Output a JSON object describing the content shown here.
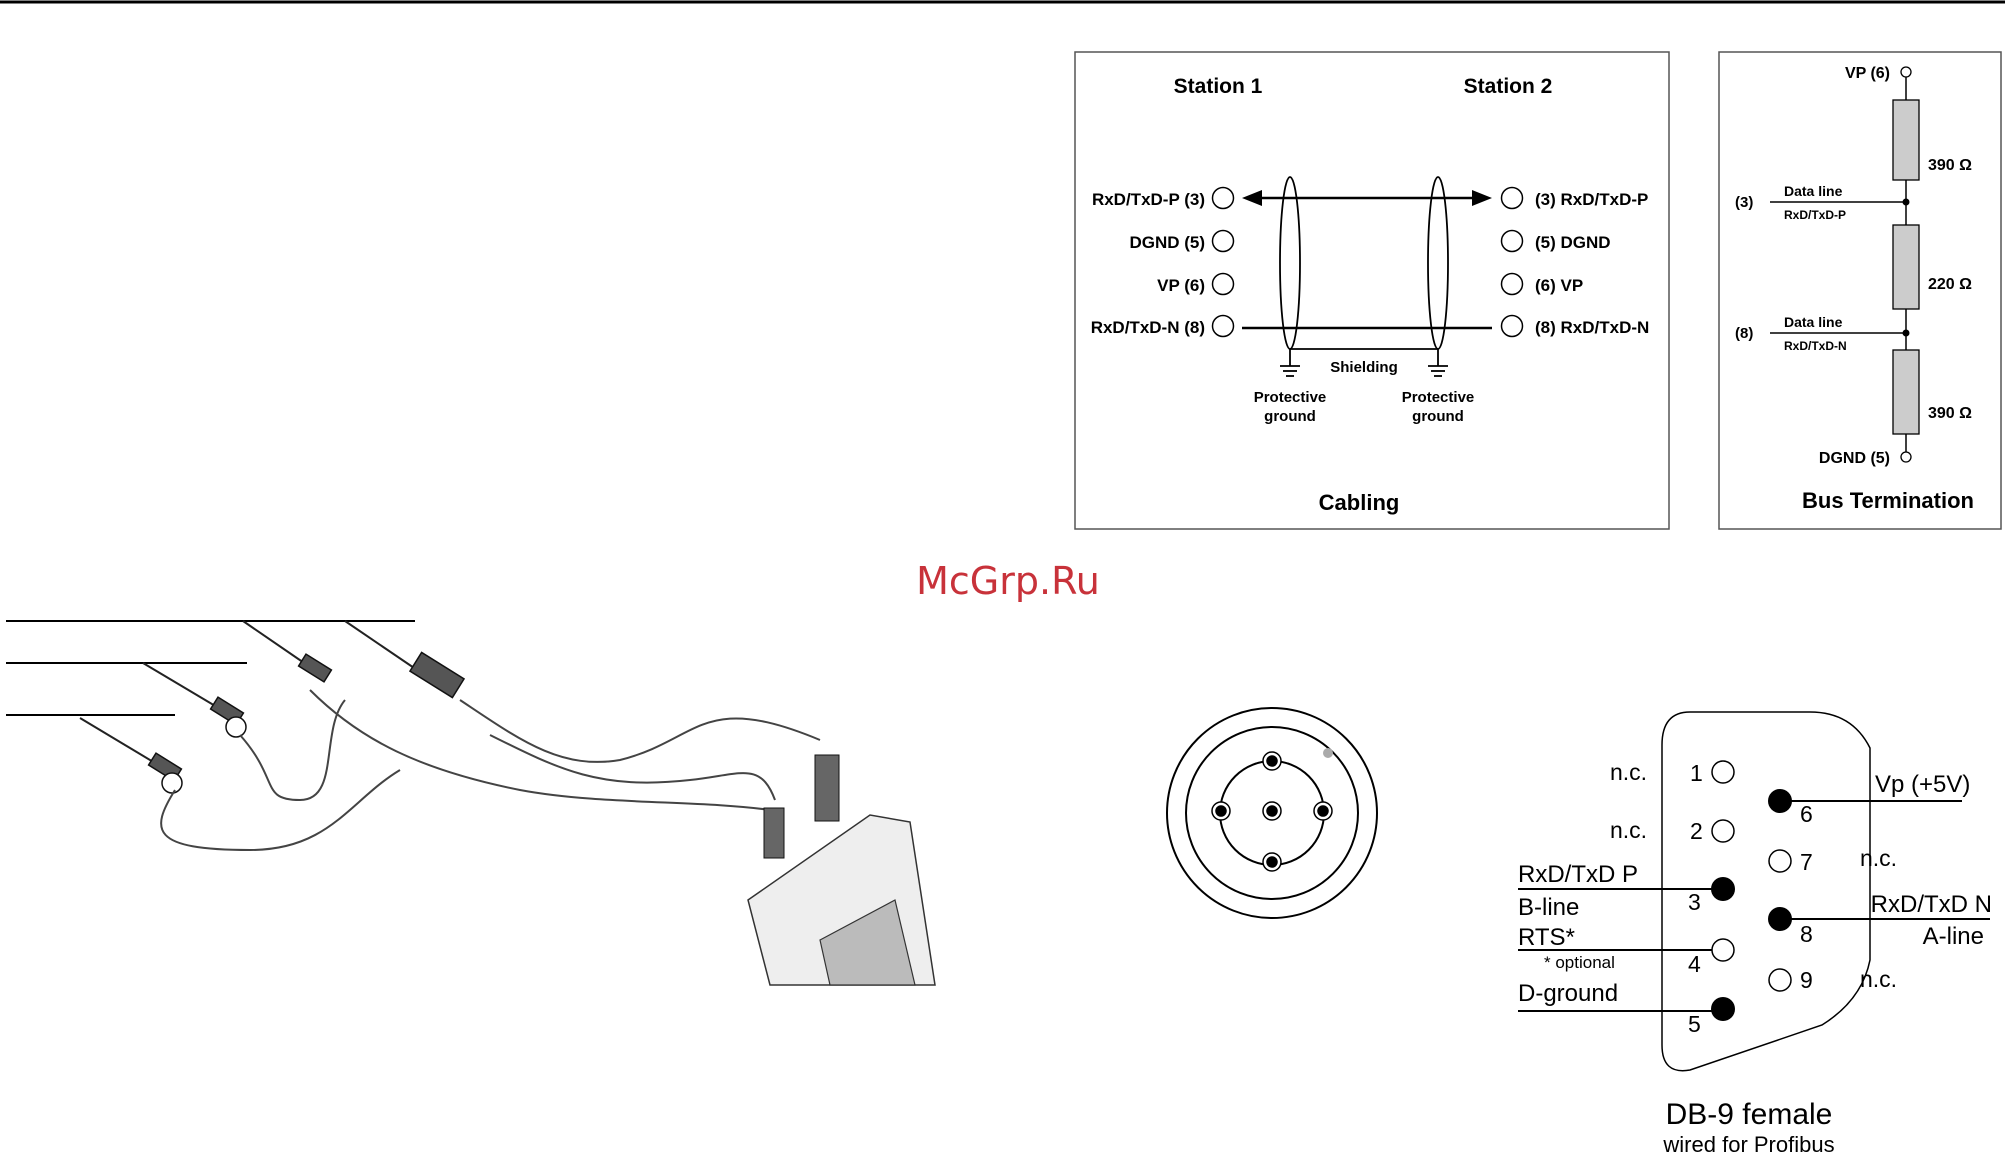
{
  "cabling": {
    "station1": "Station 1",
    "station2": "Station 2",
    "left_pins": [
      "RxD/TxD-P (3)",
      "DGND (5)",
      "VP (6)",
      "RxD/TxD-N (8)"
    ],
    "right_pins": [
      "(3) RxD/TxD-P",
      "(5) DGND",
      "(6) VP",
      "(8) RxD/TxD-N"
    ],
    "shielding": "Shielding",
    "ground_line1": "Protective",
    "ground_line2": "ground",
    "caption": "Cabling"
  },
  "bus_termination": {
    "vp": "VP (6)",
    "r1": "390 Ω",
    "line_p_num": "(3)",
    "line_p_title": "Data line",
    "line_p_name": "RxD/TxD-P",
    "r2": "220 Ω",
    "line_n_num": "(8)",
    "line_n_title": "Data line",
    "line_n_name": "RxD/TxD-N",
    "r3": "390 Ω",
    "dgnd": "DGND (5)",
    "caption": "Bus Termination"
  },
  "watermark": "McGrp.Ru",
  "db9": {
    "pins": [
      "1",
      "2",
      "3",
      "4",
      "5",
      "6",
      "7",
      "8",
      "9"
    ],
    "nc": "n.c.",
    "rxd_p": "RxD/TxD P",
    "b_line": "B-line",
    "rts": "RTS*",
    "optional": "* optional",
    "d_ground": "D-ground",
    "vp": "Vp (+5V)",
    "rxd_n": "RxD/TxD N",
    "a_line": "A-line",
    "title": "DB-9  female",
    "subtitle": "wired for Profibus"
  }
}
